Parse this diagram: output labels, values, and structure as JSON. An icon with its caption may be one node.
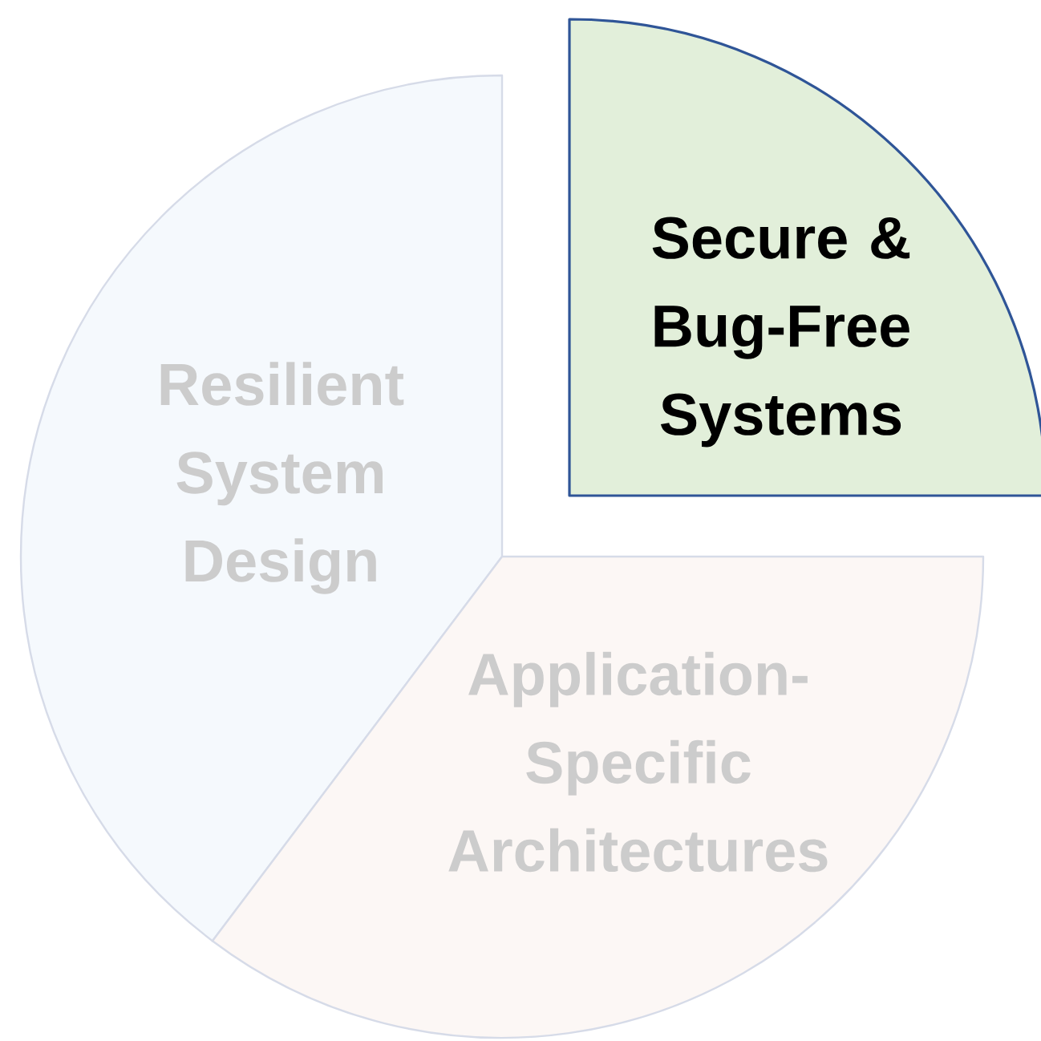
{
  "diagram": {
    "nodes": [
      {
        "text": [
          "Resilient System Design"
        ]
      },
      {
        "text": [
          "Application-Specific Architectures"
        ]
      },
      {
        "text": [
          "Secure & Bug-Free Systems"
        ]
      }
    ]
  }
}
